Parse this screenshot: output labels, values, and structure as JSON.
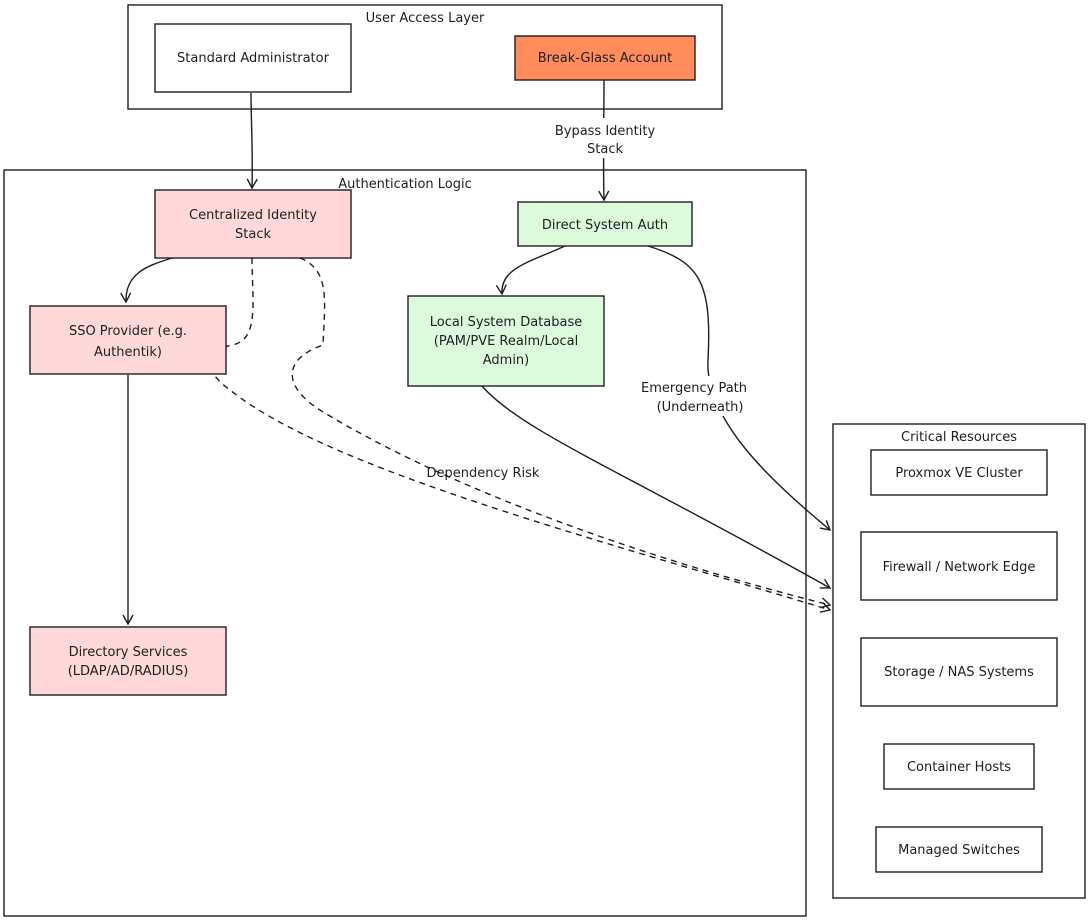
{
  "groups": {
    "user_access": "User Access Layer",
    "auth_logic": "Authentication Logic",
    "critical": "Critical Resources"
  },
  "nodes": {
    "std_admin": "Standard Administrator",
    "break_glass": "Break-Glass Account",
    "central_identity": [
      "Centralized Identity",
      "Stack"
    ],
    "direct_auth": "Direct System Auth",
    "sso": [
      "SSO Provider (e.g.",
      "Authentik)"
    ],
    "local_db": [
      "Local System Database",
      "(PAM/PVE Realm/Local",
      "Admin)"
    ],
    "directory": [
      "Directory Services",
      "(LDAP/AD/RADIUS)"
    ],
    "proxmox": "Proxmox VE Cluster",
    "firewall": "Firewall / Network Edge",
    "storage": "Storage / NAS Systems",
    "containers": "Container Hosts",
    "switches": "Managed Switches"
  },
  "edges": {
    "bypass": [
      "Bypass Identity",
      "Stack"
    ],
    "emergency": [
      "Emergency Path",
      "(Underneath)"
    ],
    "dependency": "Dependency Risk"
  },
  "colors": {
    "break_glass": "#ff8c5a",
    "identity_pink": "#ffd9d9",
    "direct_green": "#dcfadc",
    "stroke": "#1e1e1e"
  }
}
